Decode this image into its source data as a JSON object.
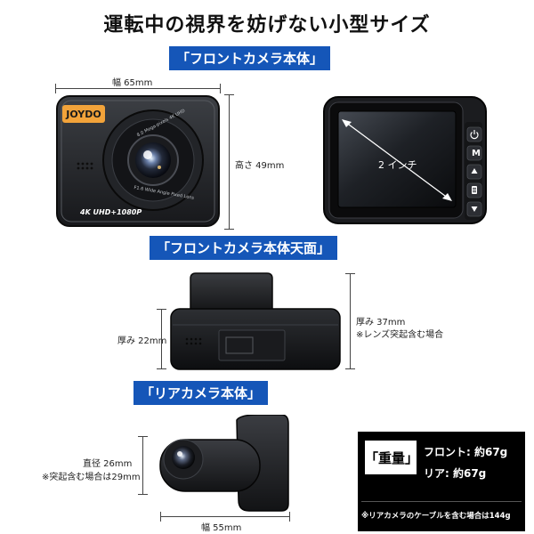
{
  "headline": "運転中の視界を妨げない小型サイズ",
  "sections": {
    "front": "「フロントカメラ本体」",
    "top": "「フロントカメラ本体天面」",
    "rear": "「リアカメラ本体」"
  },
  "front_camera": {
    "brand": "JOYDO",
    "width_label": "幅 65mm",
    "height_label": "高さ 49mm",
    "resolution_badge": "4K UHD+1080P",
    "lens_ring_text": "8.0 Mega-pixels 4K UHD",
    "lens_ring_text2": "F1.6 Wide Angle Fixed Lens",
    "screen_label": "2 インチ",
    "button_icons": [
      "power-icon",
      "menu-icon",
      "up-arrow-icon",
      "file-icon",
      "down-arrow-icon"
    ],
    "button_m": "M"
  },
  "top_view": {
    "depth_label": "厚み 22mm",
    "depth_with_lens": "厚み 37mm",
    "depth_note": "※レンズ突起含む場合"
  },
  "rear_camera": {
    "diameter_label": "直径 26mm",
    "diameter_note": "※突起含む場合は29mm",
    "width_label": "幅 55mm"
  },
  "weight": {
    "chip": "「重量」",
    "front": "フロント: 約67g",
    "rear": "リア: 約67g",
    "note": "※リアカメラのケーブルを含む場合は144g"
  }
}
